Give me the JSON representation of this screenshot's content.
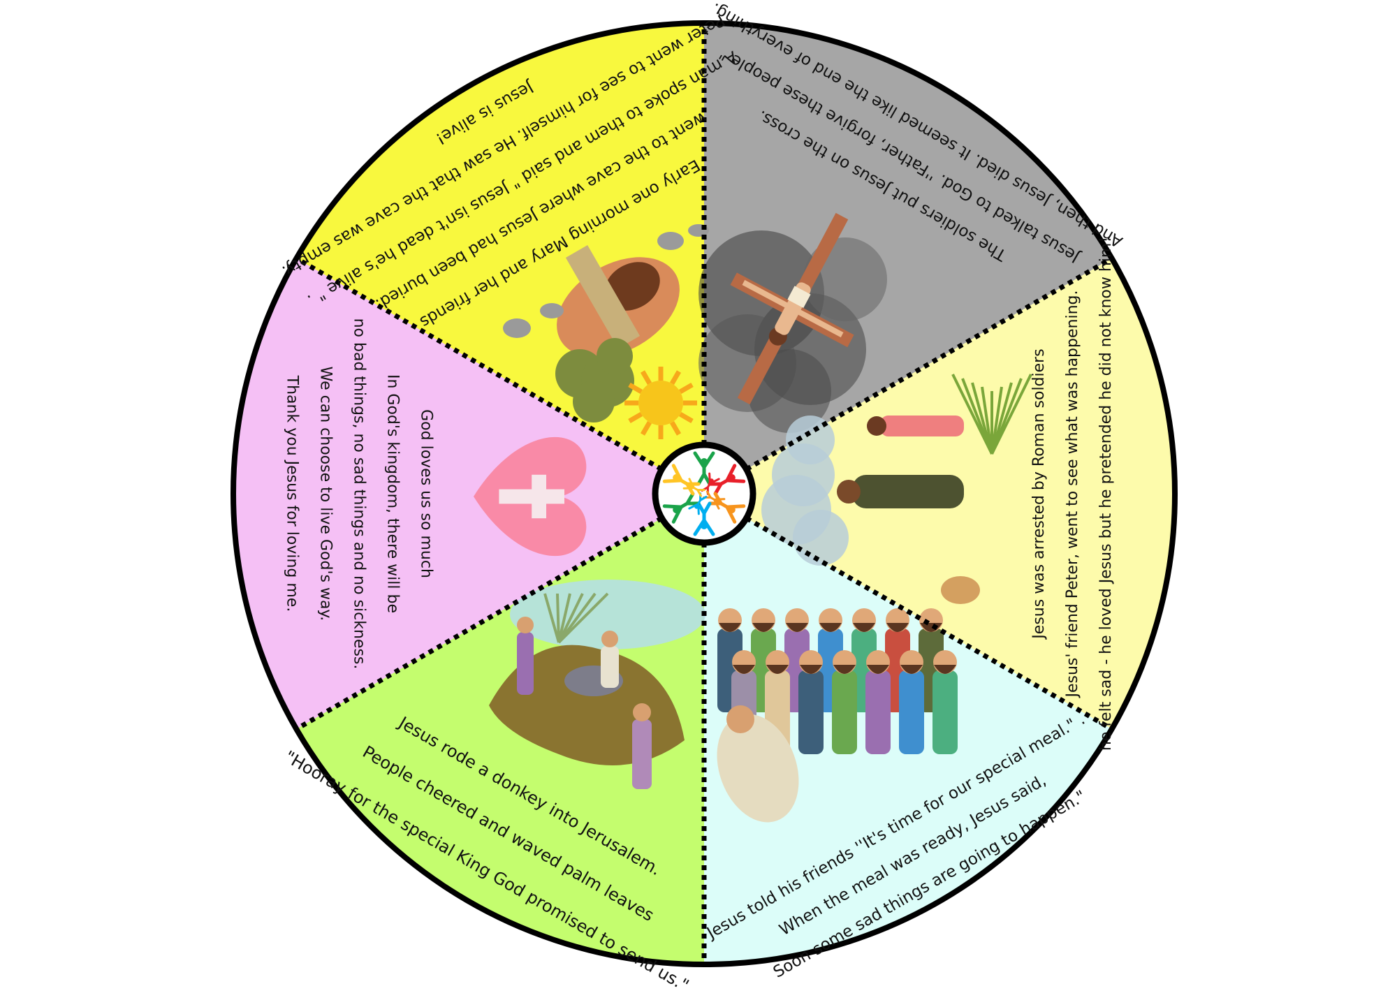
{
  "wheel": {
    "segments": [
      {
        "id": "crucifixion",
        "color": "#a6a6a6",
        "illustration": "cross-icon",
        "lines": [
          "The soldiers put Jesus on the cross.",
          "Jesus talked to God. ''Father, forgive these people \"",
          "And then, Jesus died.   It seemed like the end of everything."
        ]
      },
      {
        "id": "arrest",
        "color": "#fdfbab",
        "illustration": "arrest-scene-icon",
        "lines": [
          "Jesus was arrested by Roman soldiers",
          "Jesus' friend Peter, went to see what was happening.",
          "he felt sad - he loved Jesus but he pretended he did not know him!"
        ]
      },
      {
        "id": "last-supper",
        "color": "#dcfdf9",
        "illustration": "disciples-icon",
        "lines": [
          "Jesus told his friends ''It's time for our special meal.\" .",
          "When the meal was ready, Jesus said,",
          "Soon some sad things are going to happen.\""
        ]
      },
      {
        "id": "palm-sunday",
        "color": "#c4fd6e",
        "illustration": "donkey-entry-icon",
        "lines": [
          "Jesus rode a donkey into Jerusalem.",
          "People cheered and waved palm leaves",
          "\"Hooray for the special King God promised to send  us.\""
        ]
      },
      {
        "id": "gods-kingdom",
        "color": "#f5c0f5",
        "illustration": "heart-cross-icon",
        "lines": [
          "God loves us so much",
          "In God's kingdom, there will be",
          "no bad things, no sad things and no sickness.",
          "We can choose to live God's way.",
          "Thank you Jesus for loving me."
        ]
      },
      {
        "id": "resurrection",
        "color": "#f8f83e",
        "illustration": "empty-tomb-icon",
        "lines": [
          "Early one morning Mary and her friends",
          "went to the cave where Jesus had been buried.",
          "A man spoke to them and said \" Jesus isn't dead he's alive \" .",
          "Peter went to see for himself. He saw that the cave was empty.",
          "Jesus is alive!"
        ]
      }
    ],
    "center_logo": {
      "icon": "people-circle-logo-icon",
      "colors": [
        "#1aa34a",
        "#e8202a",
        "#f7941d",
        "#00aeef",
        "#1aa34a",
        "#ffc425",
        "#e8202a",
        "#f7941d",
        "#00aeef",
        "#ffc425"
      ]
    }
  }
}
